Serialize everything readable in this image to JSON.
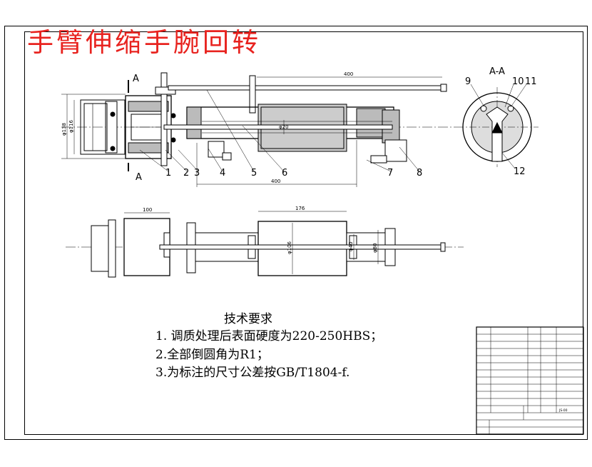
{
  "title": "手臂伸缩手腕回转",
  "requirements": {
    "heading": "技术要求",
    "items": [
      "1. 调质处理后表面硬度为220-250HBS；",
      "2.全部倒圆角为R1；",
      "3.为标注的尺寸公差按GB/T1804-f."
    ]
  },
  "section_marks": {
    "top": "A",
    "bottom": "A",
    "view": "A-A"
  },
  "part_labels": [
    "1",
    "2",
    "3",
    "4",
    "5",
    "6",
    "7",
    "8",
    "9",
    "10",
    "11",
    "12"
  ],
  "dimensions": {
    "top_rod": "400",
    "bottom_span": "400",
    "left_dia1": "φ138",
    "left_dia2": "φ116",
    "cyl_dia": "φ20",
    "plan_left": "100",
    "plan_mid": "176",
    "plan_dia1": "φ106",
    "plan_dia2": "φ40",
    "plan_dia3": "φ80"
  },
  "title_block": {
    "drawing_no": "JS-00"
  }
}
